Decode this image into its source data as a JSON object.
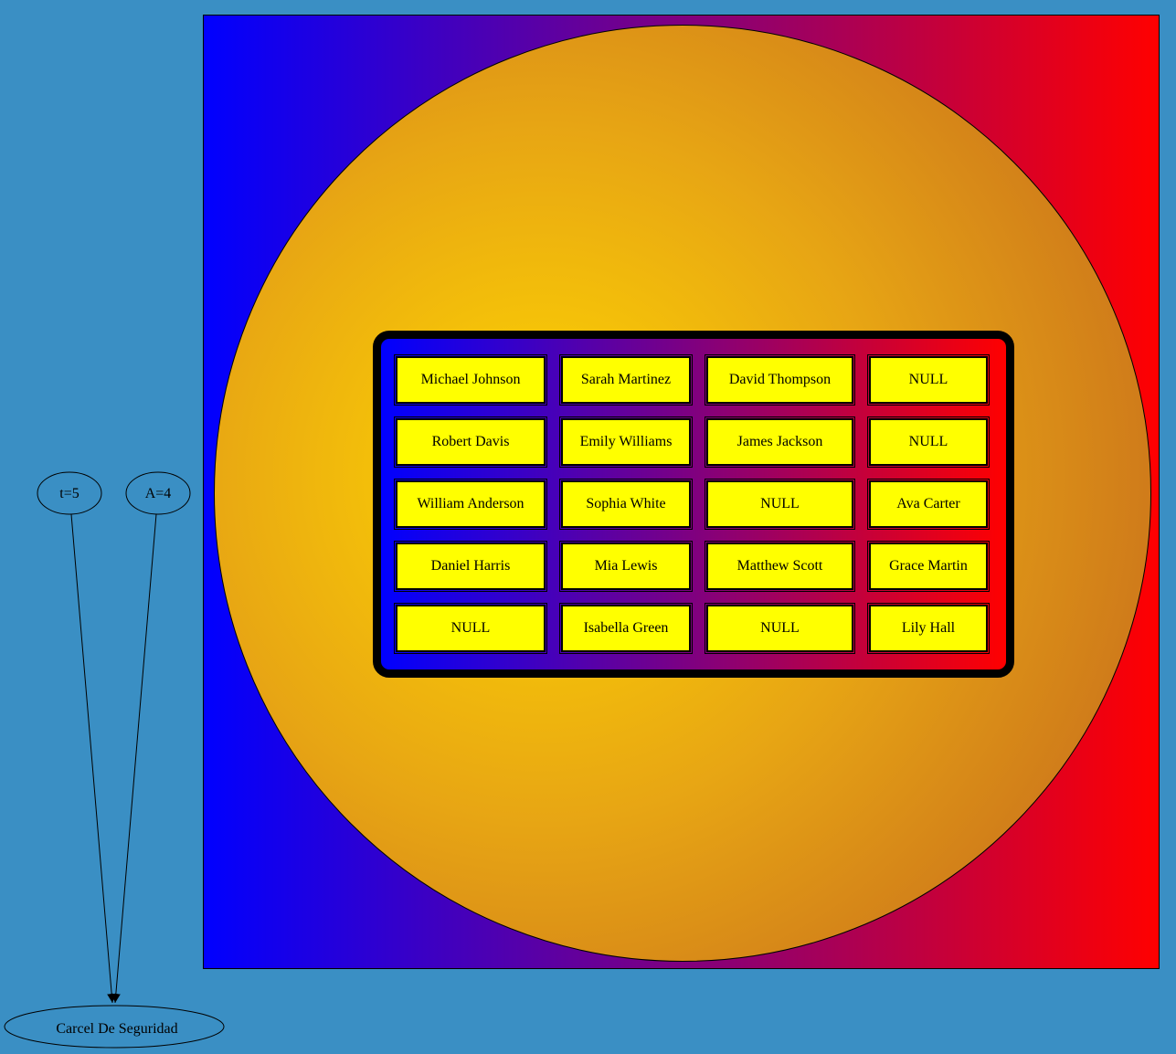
{
  "diagram": {
    "source_nodes": [
      {
        "id": "t",
        "label": "t=5"
      },
      {
        "id": "a",
        "label": "A=4"
      }
    ],
    "target_node": {
      "label": "Carcel De Seguridad"
    },
    "edges": [
      {
        "from": "t",
        "to": "target"
      },
      {
        "from": "a",
        "to": "target"
      }
    ],
    "colors": {
      "background": "#3a8fc4",
      "panel_gradient_start": "#0000ff",
      "panel_gradient_end": "#ff0000",
      "sphere_center": "#ffd700",
      "sphere_edge": "#c0601e",
      "cell_fill": "#ffff00"
    },
    "grid": {
      "rows": [
        [
          "Michael Johnson",
          "Sarah Martinez",
          "David Thompson",
          "NULL"
        ],
        [
          "Robert Davis",
          "Emily Williams",
          "James Jackson",
          "NULL"
        ],
        [
          "William Anderson",
          "Sophia White",
          "NULL",
          "Ava Carter"
        ],
        [
          "Daniel Harris",
          "Mia Lewis",
          "Matthew Scott",
          "Grace Martin"
        ],
        [
          "NULL",
          "Isabella Green",
          "NULL",
          "Lily Hall"
        ]
      ]
    }
  }
}
